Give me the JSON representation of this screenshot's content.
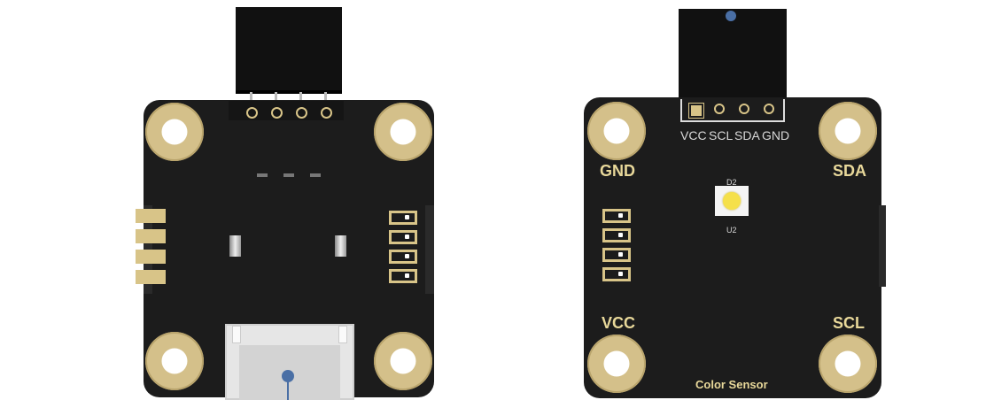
{
  "back_board": {
    "label": "back side of sensor board"
  },
  "front_board": {
    "header_pins": [
      "VCC",
      "SCL",
      "SDA",
      "GND"
    ],
    "corner_labels": {
      "top_left": "GND",
      "top_right": "SDA",
      "bottom_left": "VCC",
      "bottom_right": "SCL"
    },
    "led_ref": "D2",
    "ic_ref": "U2",
    "title": "Color Sensor"
  },
  "colors": {
    "pcb": "#1c1c1c",
    "gold": "#d8c488",
    "label": "#e8d89a",
    "led": "#f5e04a",
    "marker": "#4a6fa5"
  }
}
